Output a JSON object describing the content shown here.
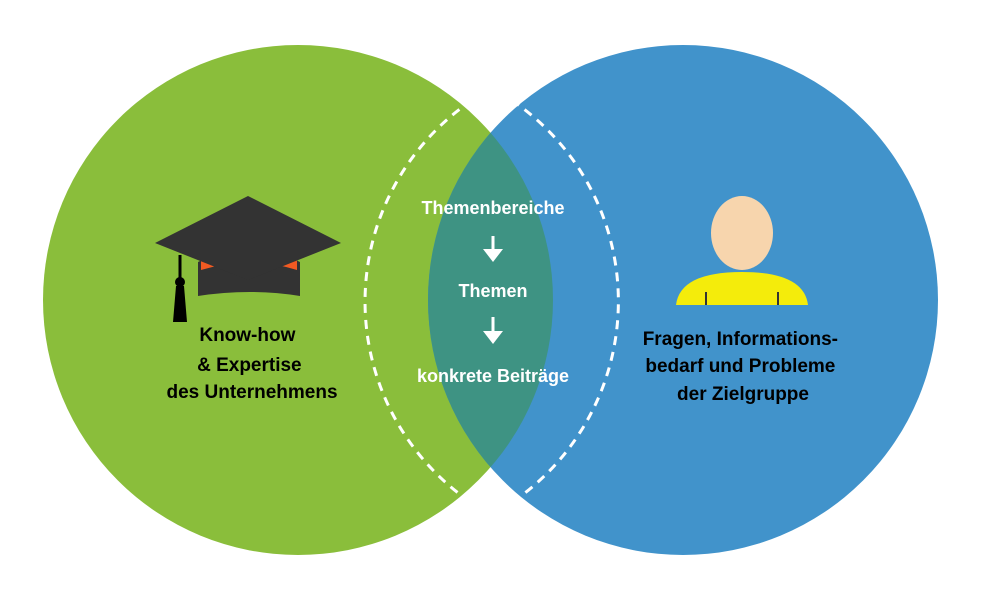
{
  "diagram": {
    "left_circle": {
      "color": "#8abe3b",
      "icon": "graduation-cap-icon",
      "lines": [
        "Know-how",
        "& Expertise",
        "des Unternehmens"
      ]
    },
    "right_circle": {
      "color": "#4193cb",
      "icon": "person-icon",
      "lines": [
        "Fragen, Informations-",
        "bedarf und Probleme",
        "der Zielgruppe"
      ]
    },
    "overlap": {
      "color": "#3e9383",
      "steps": [
        "Themenbereiche",
        "Themen",
        "konkrete Beiträge"
      ],
      "arrow_icon": "arrow-down-icon"
    },
    "colors": {
      "cap_top": "#333333",
      "cap_band": "#f15a22",
      "person_head": "#f7d5ad",
      "person_body": "#f4ec0b",
      "dashed_line": "#ffffff"
    }
  }
}
